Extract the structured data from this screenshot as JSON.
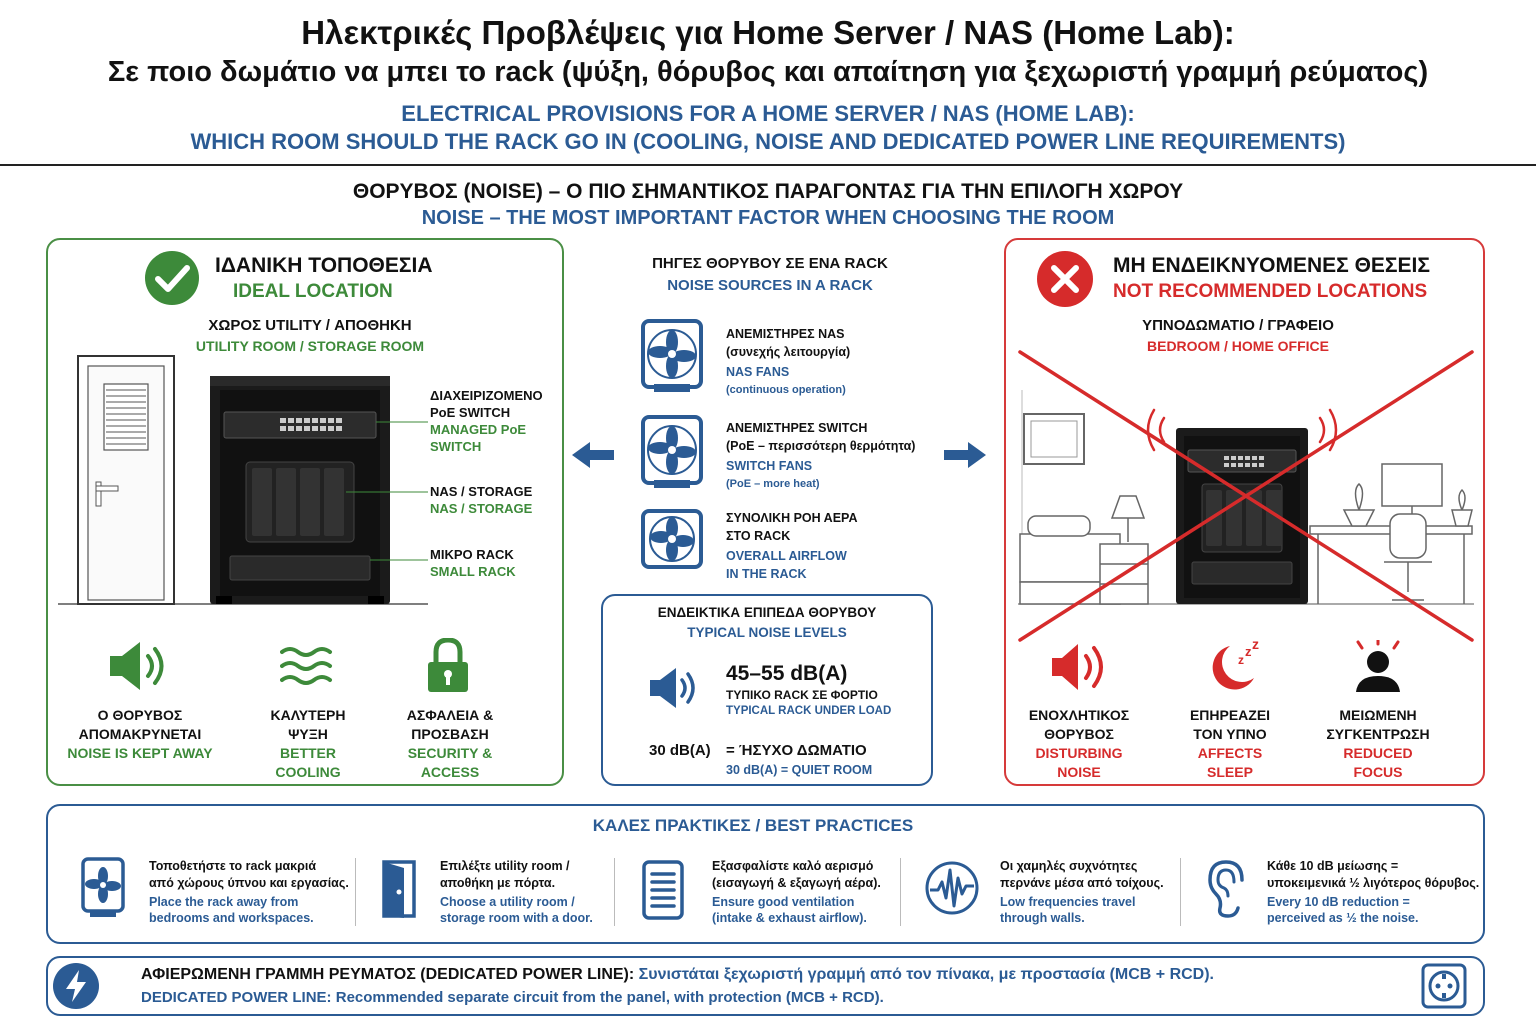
{
  "header": {
    "title_gr": "Ηλεκτρικές Προβλέψεις για Home Server / NAS (Home Lab):",
    "subtitle_gr": "Σε ποιο δωμάτιο να μπει το rack (ψύξη, θόρυβος και απαίτηση για ξεχωριστή γραμμή ρεύματος)",
    "title_en": "ELECTRICAL PROVISIONS FOR A HOME SERVER / NAS (HOME LAB):",
    "subtitle_en": "WHICH ROOM SHOULD THE RACK GO IN (COOLING, NOISE AND DEDICATED POWER LINE REQUIREMENTS)"
  },
  "section": {
    "title_gr": "ΘΟΡΥΒΟΣ (NOISE) – Ο ΠΙΟ ΣΗΜΑΝΤΙΚΟΣ ΠΑΡΑΓΟΝΤΑΣ ΓΙΑ ΤΗΝ ΕΠΙΛΟΓΗ ΧΩΡΟΥ",
    "title_en": "NOISE – THE MOST IMPORTANT FACTOR WHEN CHOOSING THE ROOM"
  },
  "ideal": {
    "title_gr": "ΙΔΑΝΙΚΗ ΤΟΠΟΘΕΣΙΑ",
    "title_en": "IDEAL LOCATION",
    "room_gr": "ΧΩΡΟΣ UTILITY / ΑΠΟΘΗΚΗ",
    "room_en": "UTILITY ROOM / STORAGE ROOM",
    "callouts": [
      {
        "gr1": "ΔΙΑΧΕΙΡΙΖΟΜΕΝΟ",
        "gr2": "PoE SWITCH",
        "en1": "MANAGED PoE",
        "en2": "SWITCH"
      },
      {
        "gr1": "NAS / STORAGE",
        "en1": "NAS / STORAGE"
      },
      {
        "gr1": "ΜΙΚΡΟ RACK",
        "en1": "SMALL RACK"
      }
    ],
    "benefits": [
      {
        "icon": "speaker-icon",
        "gr1": "Ο ΘΟΡΥΒΟΣ",
        "gr2": "ΑΠΟΜΑΚΡΥΝΕΤΑΙ",
        "en1": "NOISE IS KEPT AWAY"
      },
      {
        "icon": "airflow-waves-icon",
        "gr1": "ΚΑΛΥΤΕΡΗ",
        "gr2": "ΨΥΞΗ",
        "en1": "BETTER",
        "en2": "COOLING"
      },
      {
        "icon": "padlock-icon",
        "gr1": "ΑΣΦΑΛΕΙΑ &",
        "gr2": "ΠΡΟΣΒΑΣΗ",
        "en1": "SECURITY &",
        "en2": "ACCESS"
      }
    ]
  },
  "sources": {
    "title_gr": "ΠΗΓΕΣ ΘΟΡΥΒΟΥ ΣΕ ΕΝΑ RACK",
    "title_en": "NOISE SOURCES IN A RACK",
    "items": [
      {
        "icon": "nas-fan-icon",
        "gr1": "ΑΝΕΜΙΣΤΗΡΕΣ NAS",
        "gr2": "(συνεχής λειτουργία)",
        "en1": "NAS FANS",
        "en2": "(continuous operation)"
      },
      {
        "icon": "switch-fan-icon",
        "gr1": "ΑΝΕΜΙΣΤΗΡΕΣ SWITCH",
        "gr2": "(PoE – περισσότερη θερμότητα)",
        "en1": "SWITCH FANS",
        "en2": "(PoE – more heat)"
      },
      {
        "icon": "rack-airflow-fan-icon",
        "gr1": "ΣΥΝΟΛΙΚΗ ΡΟΗ ΑΕΡΑ",
        "gr2": "ΣΤΟ RACK",
        "en1": "OVERALL AIRFLOW",
        "en2": "IN THE RACK"
      }
    ]
  },
  "levels": {
    "title_gr": "ΕΝΔΕΙΚΤΙΚΑ ΕΠΙΠΕΔΑ ΘΟΡΥΒΟΥ",
    "title_en": "TYPICAL NOISE LEVELS",
    "loud_value": "45–55 dB(A)",
    "loud_gr": "ΤΥΠΙΚΟ RACK ΣΕ ΦΟΡΤΙΟ",
    "loud_en": "TYPICAL RACK UNDER LOAD",
    "quiet_value": "30 dB(A)",
    "quiet_gr": "= ΉΣΥΧΟ ΔΩΜΑΤΙΟ",
    "quiet_en": "30 dB(A) = QUIET ROOM"
  },
  "bad": {
    "title_gr": "ΜΗ ΕΝΔΕΙΚΝΥΟΜΕΝΕΣ ΘΕΣΕΙΣ",
    "title_en": "NOT RECOMMENDED LOCATIONS",
    "room_gr": "ΥΠΝΟΔΩΜΑΤΙΟ / ΓΡΑΦΕΙΟ",
    "room_en": "BEDROOM / HOME OFFICE",
    "effects": [
      {
        "icon": "loud-speaker-icon",
        "gr1": "ΕΝΟΧΛΗΤΙΚΟΣ",
        "gr2": "ΘΟΡΥΒΟΣ",
        "en1": "DISTURBING",
        "en2": "NOISE"
      },
      {
        "icon": "moon-sleep-icon",
        "gr1": "ΕΠΗΡΕΑΖΕΙ",
        "gr2": "ΤΟΝ ΥΠΝΟ",
        "en1": "AFFECTS",
        "en2": "SLEEP"
      },
      {
        "icon": "distracted-person-icon",
        "gr1": "ΜΕΙΩΜΕΝΗ",
        "gr2": "ΣΥΓΚΕΝΤΡΩΣΗ",
        "en1": "REDUCED",
        "en2": "FOCUS"
      }
    ]
  },
  "best": {
    "title": "ΚΑΛΕΣ ΠΡΑΚΤΙΚΕΣ / BEST PRACTICES",
    "items": [
      {
        "icon": "fan-box-icon",
        "gr1": "Τοποθετήστε το rack μακριά",
        "gr2": "από χώρους ύπνου και εργασίας.",
        "en1": "Place the rack away from",
        "en2": "bedrooms and workspaces."
      },
      {
        "icon": "door-icon",
        "gr1": "Επιλέξτε utility room /",
        "gr2": "αποθήκη με πόρτα.",
        "en1": "Choose a utility room /",
        "en2": "storage room with a door."
      },
      {
        "icon": "vent-icon",
        "gr1": "Εξασφαλίστε καλό αερισμό",
        "gr2": "(εισαγωγή & εξαγωγή αέρα).",
        "en1": "Ensure good ventilation",
        "en2": "(intake & exhaust airflow)."
      },
      {
        "icon": "waveform-icon",
        "gr1": "Οι χαμηλές συχνότητες",
        "gr2": "περνάνε μέσα από τοίχους.",
        "en1": "Low frequencies travel",
        "en2": "through walls."
      },
      {
        "icon": "ear-icon",
        "gr1": "Κάθε 10 dB μείωσης =",
        "gr2": "υποκειμενικά ½ λιγότερος θόρυβος.",
        "en1": "Every 10 dB reduction =",
        "en2": "perceived as ½ the noise."
      }
    ]
  },
  "power": {
    "label_gr": "ΑΦΙΕΡΩΜΕΝΗ ΓΡΑΜΜΗ ΡΕΥΜΑΤΟΣ (DEDICATED POWER LINE):",
    "text_gr": "Συνιστάται ξεχωριστή γραμμή από τον πίνακα, με προστασία (MCB + RCD).",
    "label_en": "DEDICATED POWER LINE:",
    "text_en": "Recommended separate circuit from the panel, with protection (MCB + RCD)."
  },
  "colors": {
    "green": "#3d8a3a",
    "red": "#d62b2b",
    "blue": "#2b5b94",
    "rack": "#1b1b1b"
  }
}
